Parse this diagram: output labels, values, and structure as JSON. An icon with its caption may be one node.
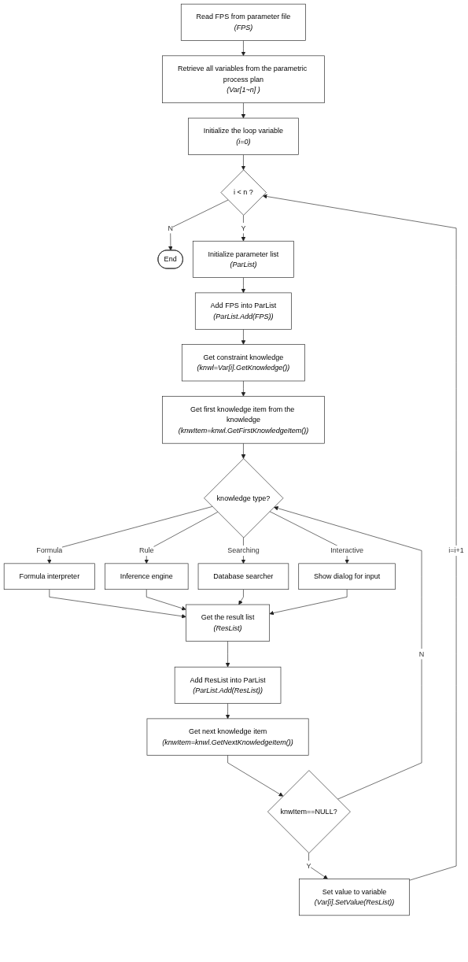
{
  "diagram": {
    "nodes": [
      {
        "text": [
          "Read FPS from parameter file",
          "(FPS)"
        ]
      },
      {
        "text": [
          "Retrieve all variables from the parametric process plan",
          "(Var[1~n] )"
        ]
      },
      {
        "text": [
          "Initialize the loop variable",
          "(i=0)"
        ]
      },
      {
        "text": [
          "i < n ?"
        ]
      },
      {
        "text": [
          "End"
        ]
      },
      {
        "text": [
          "Initialize parameter list",
          "(ParList)"
        ]
      },
      {
        "text": [
          "Add FPS into ParList",
          "(ParList.Add(FPS))"
        ]
      },
      {
        "text": [
          "Get constraint knowledge",
          "(knwl=Var[i].GetKnowledge())"
        ]
      },
      {
        "text": [
          "Get first knowledge item from the knowledge",
          "(knwItem=knwl.GetFirstKnowledgeItem())"
        ]
      },
      {
        "text": [
          "knowledge type?"
        ]
      },
      {
        "text": [
          "Formula interpreter"
        ]
      },
      {
        "text": [
          "Inference engine"
        ]
      },
      {
        "text": [
          "Database searcher"
        ]
      },
      {
        "text": [
          "Show dialog for input"
        ]
      },
      {
        "text": [
          "Get the result list",
          "(ResList)"
        ]
      },
      {
        "text": [
          "Add ResList into ParList",
          "(ParList.Add(ResList))"
        ]
      },
      {
        "text": [
          "Get next knowledge item",
          "(knwItem=knwl.GetNextKnowledgeItem())"
        ]
      },
      {
        "text": [
          "knwItem==NULL?"
        ]
      },
      {
        "text": [
          "Set value to variable",
          "(Var[i].SetValue(ResList))"
        ]
      }
    ],
    "edges": [
      {
        "from": 0,
        "to": 1,
        "arrow": "to"
      },
      {
        "from": 1,
        "to": 2,
        "arrow": "to"
      },
      {
        "from": 2,
        "to": 3,
        "arrow": "to"
      },
      {
        "from": 3,
        "to": 4,
        "arrow": "to",
        "label": "N"
      },
      {
        "from": 3,
        "to": 5,
        "arrow": "to",
        "label": "Y"
      },
      {
        "from": 5,
        "to": 6,
        "arrow": "to"
      },
      {
        "from": 6,
        "to": 7,
        "arrow": "to"
      },
      {
        "from": 7,
        "to": 8,
        "arrow": "to"
      },
      {
        "from": 8,
        "to": 9,
        "arrow": "to"
      },
      {
        "from": 9,
        "to": 10,
        "arrow": "to",
        "label": "Formula"
      },
      {
        "from": 9,
        "to": 11,
        "arrow": "to",
        "label": "Rule"
      },
      {
        "from": 9,
        "to": 12,
        "arrow": "to",
        "label": "Searching"
      },
      {
        "from": 9,
        "to": 13,
        "arrow": "to",
        "label": "Interactive"
      },
      {
        "from": 10,
        "to": 14,
        "arrow": "to"
      },
      {
        "from": 11,
        "to": 14,
        "arrow": "to"
      },
      {
        "from": 12,
        "to": 14,
        "arrow": "to"
      },
      {
        "from": 13,
        "to": 14,
        "arrow": "to"
      },
      {
        "from": 14,
        "to": 15,
        "arrow": "to"
      },
      {
        "from": 15,
        "to": 16,
        "arrow": "to"
      },
      {
        "from": 16,
        "to": 17,
        "arrow": "to"
      },
      {
        "from": 17,
        "to": 9,
        "arrow": "to",
        "label": "N"
      },
      {
        "from": 17,
        "to": 18,
        "arrow": "to",
        "label": "Y"
      },
      {
        "from": 18,
        "to": 3,
        "arrow": "to",
        "label": "i=i+1"
      }
    ]
  }
}
